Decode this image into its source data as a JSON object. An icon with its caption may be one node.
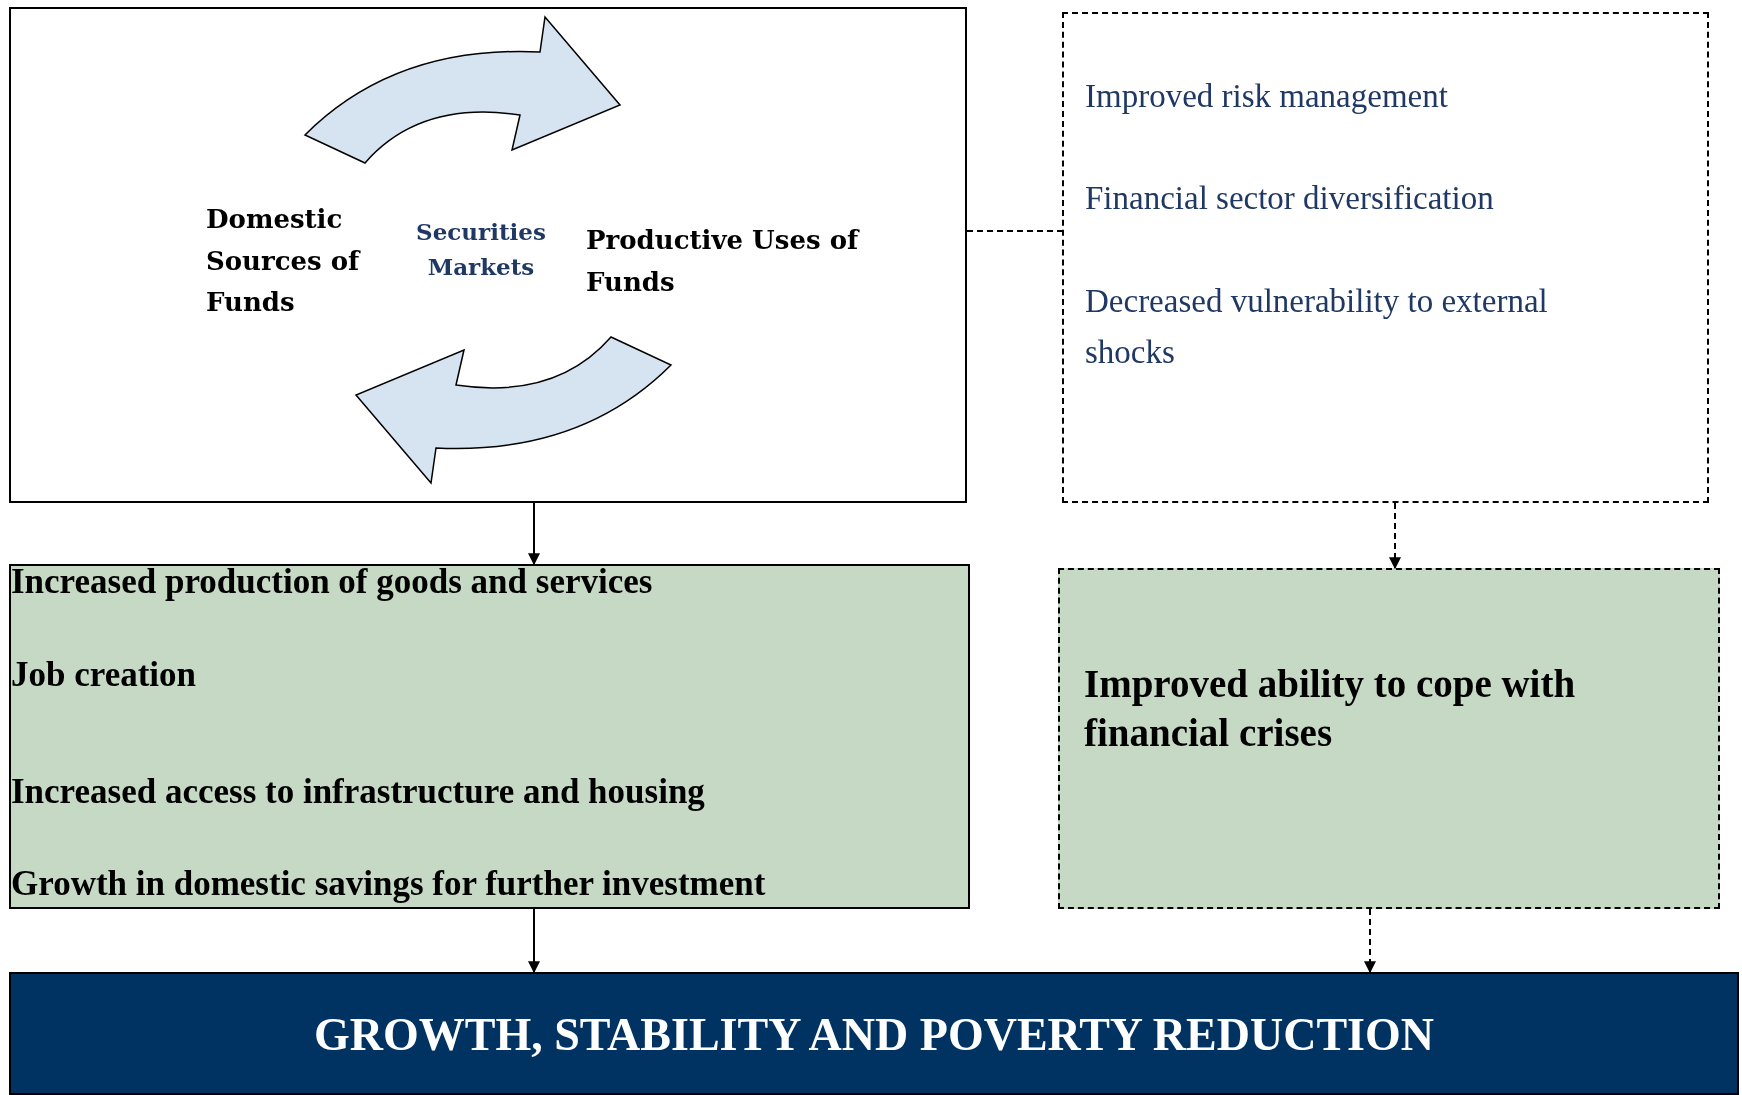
{
  "diagram": {
    "nodes": [
      {
        "text": [
          "Domestic Sources of Funds",
          "Securities Markets",
          "Productive Uses of Funds"
        ]
      },
      {
        "text": [
          "Improved risk management",
          "Financial sector diversification",
          "Decreased vulnerability to external shocks"
        ]
      },
      {
        "text": [
          "Increased production of goods and services",
          "Job creation",
          "Increased access to infrastructure and housing",
          "Growth in domestic savings for further investment"
        ]
      },
      {
        "text": [
          "Improved ability to cope with financial crises"
        ]
      },
      {
        "text": [
          "GROWTH, STABILITY AND POVERTY REDUCTION"
        ]
      }
    ],
    "edges": [
      {
        "from": 0,
        "to": 1,
        "arrow": "none",
        "style": "dashed"
      },
      {
        "from": 0,
        "to": 2,
        "arrow": "to"
      },
      {
        "from": 1,
        "to": 3,
        "arrow": "to",
        "style": "dashed"
      },
      {
        "from": 2,
        "to": 4,
        "arrow": "to"
      },
      {
        "from": 3,
        "to": 4,
        "arrow": "to",
        "style": "dashed"
      }
    ]
  }
}
